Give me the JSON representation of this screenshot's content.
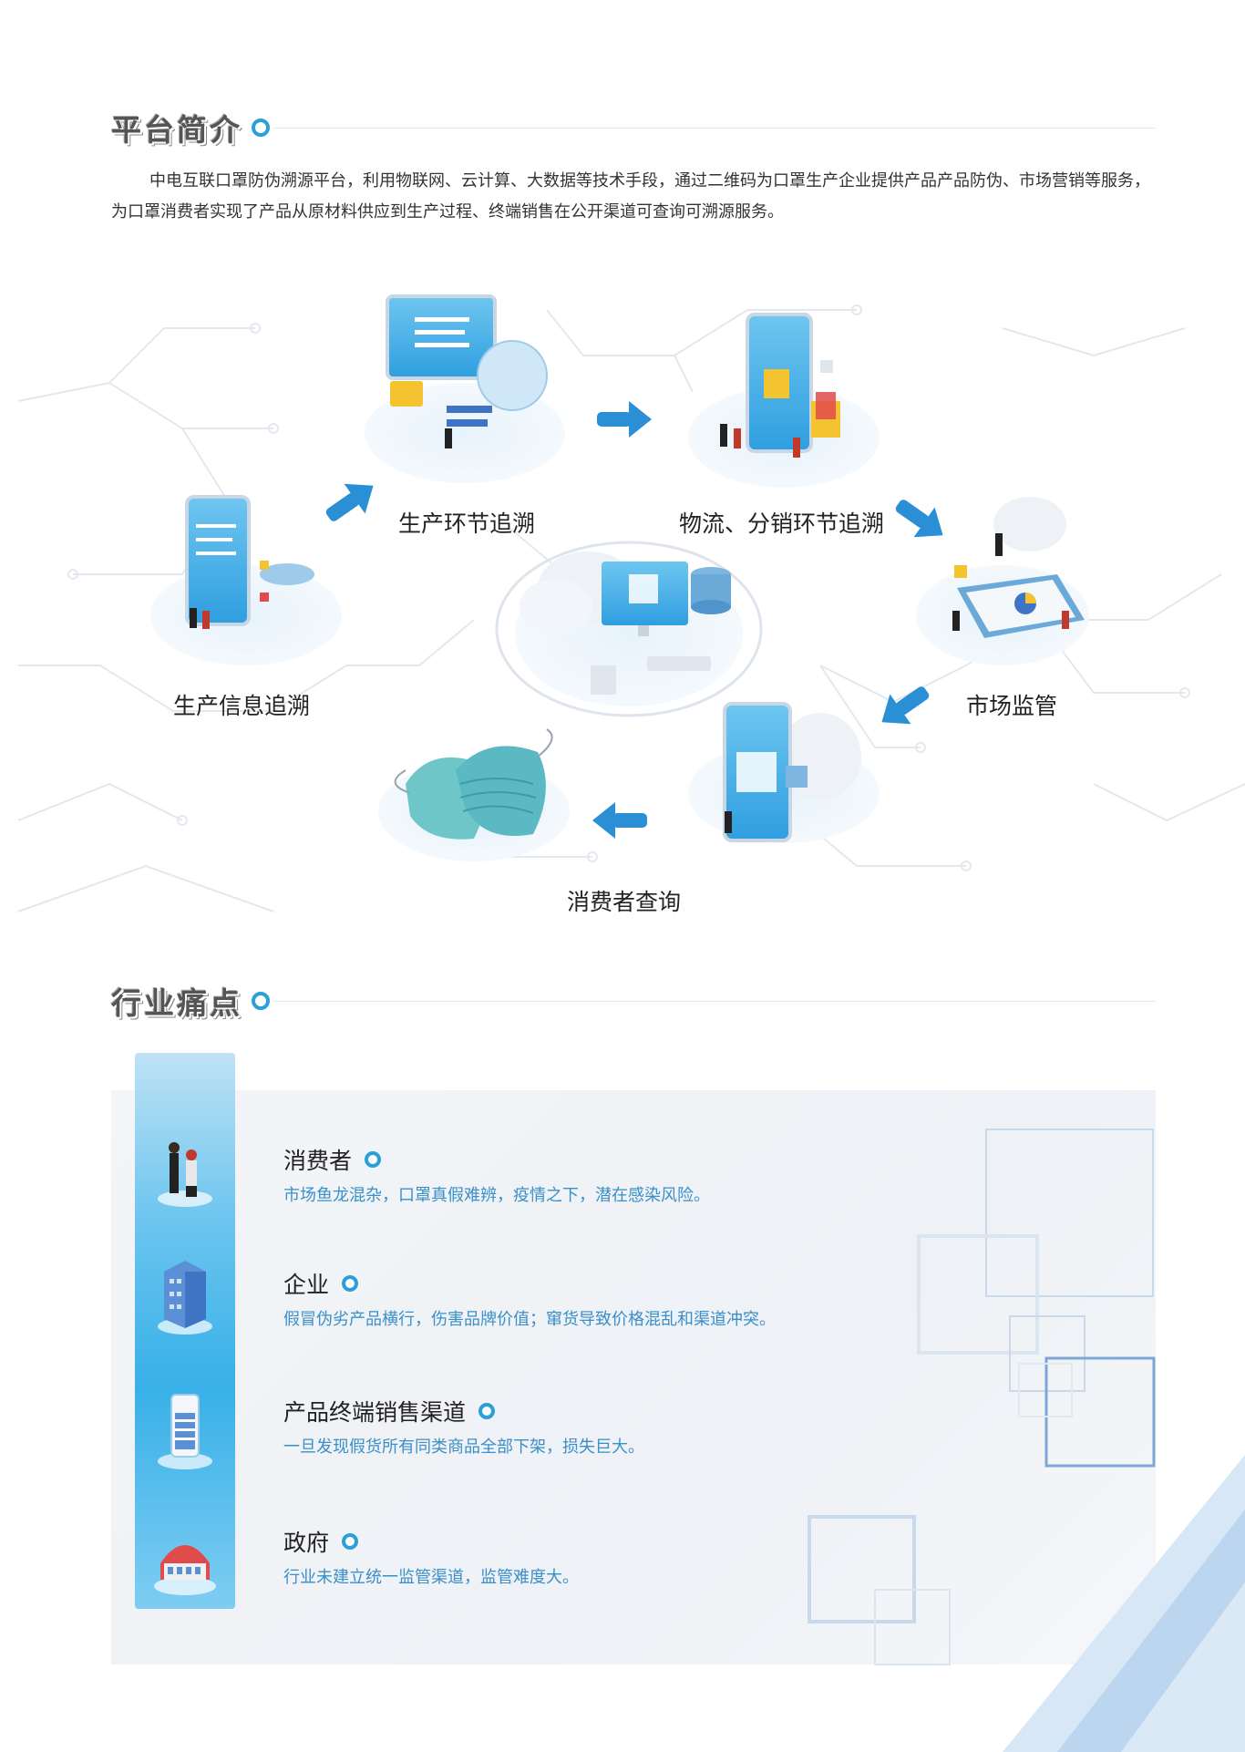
{
  "platform": {
    "heading": "平台简介",
    "intro": "中电互联口罩防伪溯源平台，利用物联网、云计算、大数据等技术手段，通过二维码为口罩生产企业提供产品产品防伪、市场营销等服务，为口罩消费者实现了产品从原材料供应到生产过程、终端销售在公开渠道可查询可溯源服务。"
  },
  "diagram": {
    "nodes": {
      "production_info": "生产信息追溯",
      "production_link": "生产环节追溯",
      "logistics": "物流、分销环节追溯",
      "market": "市场监管",
      "consumer_query": "消费者查询"
    }
  },
  "pain_points": {
    "heading": "行业痛点",
    "items": [
      {
        "title": "消费者",
        "desc": "市场鱼龙混杂，口罩真假难辨，疫情之下，潜在感染风险。",
        "icon": "consumer-people-icon"
      },
      {
        "title": "企业",
        "desc": "假冒伪劣产品横行，伤害品牌价值；窜货导致价格混乱和渠道冲突。",
        "icon": "enterprise-building-icon"
      },
      {
        "title": "产品终端销售渠道",
        "desc": "一旦发现假货所有同类商品全部下架，损失巨大。",
        "icon": "phone-store-icon"
      },
      {
        "title": "政府",
        "desc": "行业未建立统一监管渠道，监管难度大。",
        "icon": "government-building-icon"
      }
    ]
  },
  "colors": {
    "accent": "#2a9fd8",
    "desc_text": "#3a8fc9",
    "arrow": "#2b8fd6"
  }
}
